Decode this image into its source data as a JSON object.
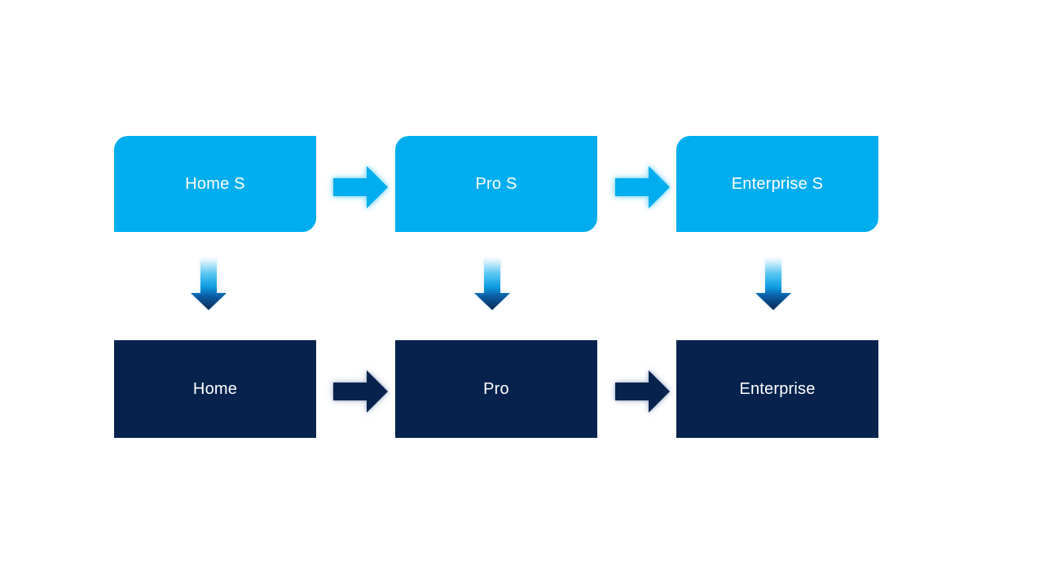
{
  "diagram": {
    "title": "",
    "background_color": "#FFFFFF",
    "colors": {
      "top_box_fill": "#00AEEF",
      "bottom_box_fill": "#07234D",
      "label_text": "#FFFFFF",
      "horizontal_arrow_top_fill": "#00AEEF",
      "horizontal_arrow_top_glow": "#7DD5F8",
      "horizontal_arrow_bottom_fill": "#07234D",
      "horizontal_arrow_bottom_glow": "#8CA0BE",
      "down_arrow_gradient": [
        "#F0FAFE",
        "#55C5F2",
        "#0D9CE0",
        "#0A5FA8",
        "#0E2A52"
      ]
    },
    "icons": {
      "horizontal_connector": "right-arrow-icon",
      "vertical_connector": "down-arrow-icon"
    },
    "columns": [
      {
        "id": "home",
        "top_label": "Home S",
        "bottom_label": "Home"
      },
      {
        "id": "pro",
        "top_label": "Pro S",
        "bottom_label": "Pro"
      },
      {
        "id": "enterprise",
        "top_label": "Enterprise S",
        "bottom_label": "Enterprise"
      }
    ]
  }
}
